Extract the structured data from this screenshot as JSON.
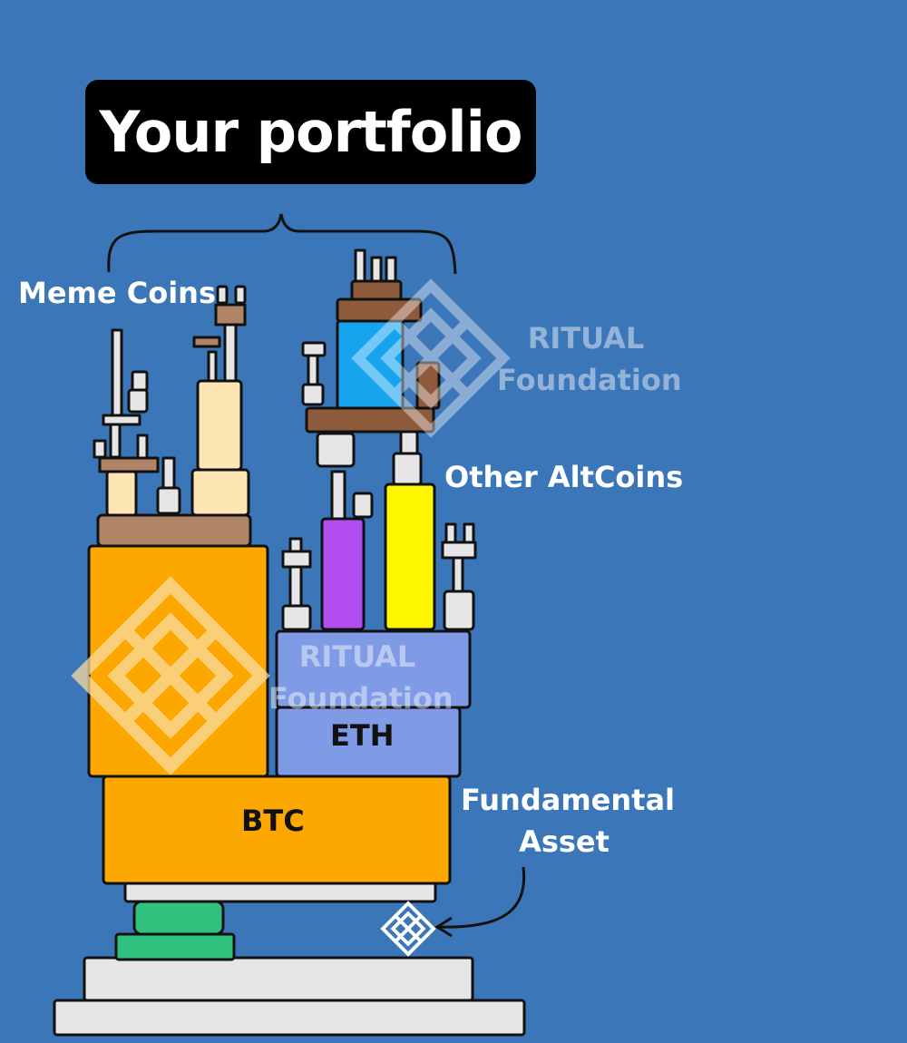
{
  "title": "Your portfolio",
  "labels": {
    "meme_coins": "Meme Coins",
    "other_altcoins": "Other AltCoins",
    "fundamental_asset_line1": "Fundamental",
    "fundamental_asset_line2": "Asset"
  },
  "blocks": {
    "eth": "ETH",
    "btc": "BTC"
  },
  "watermark": {
    "line1": "RITUAL",
    "line2": "Foundation"
  },
  "icons": [
    "curly-brace-icon",
    "knot-logo-icon",
    "curved-arrow-icon"
  ],
  "colors": {
    "background": "#3b76b9",
    "btc_orange": "#fca800",
    "eth_blue": "#7f9be6",
    "altcoin_yellow": "#fcf600",
    "altcoin_purple": "#b24ef0",
    "top_blue": "#17a4ee",
    "cream": "#fde6b3",
    "brown": "#8e5a3c",
    "green": "#2ec27e",
    "grey": "#e6e6e6"
  }
}
